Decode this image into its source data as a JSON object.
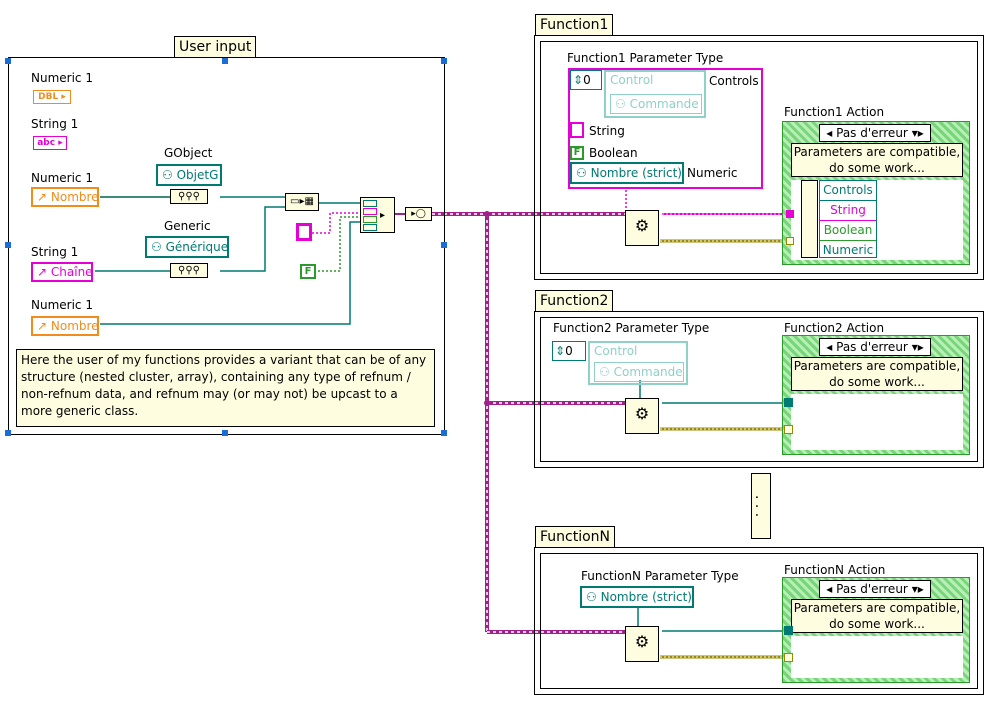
{
  "user_input": {
    "title": "User input",
    "numeric1_label": "Numeric 1",
    "numeric1_type": "DBL",
    "string1_label": "String 1",
    "string1_type": "abc",
    "numeric1b_label": "Numeric 1",
    "numeric1b_value": "Nombre",
    "gobject_label": "GObject",
    "gobject_value": "ObjetG",
    "generic_label": "Generic",
    "generic_value": "Générique",
    "string1b_label": "String 1",
    "string1b_value": "Chaîne",
    "numeric1c_label": "Numeric 1",
    "numeric1c_value": "Nombre",
    "boolean_const": "F",
    "comment": "Here the user of my functions provides a variant that can be of any structure (nested cluster, array), containing any type of refnum / non-refnum data, and refnum may (or may not) be upcast to a more generic class."
  },
  "function1": {
    "tab": "Function1",
    "param_type_label": "Function1 Parameter Type",
    "control_index": "0",
    "control_label": "Control",
    "commande_label": "Commande",
    "controls_label": "Controls",
    "string_label": "String",
    "boolean_label": "Boolean",
    "numeric_label": "Numeric",
    "boolean_const": "F",
    "nombre_strict": "Nombre (strict)",
    "action_label": "Function1 Action",
    "case_selector": "Pas d'erreur",
    "case_text": "Parameters are compatible, do some work...",
    "unbundle_items": [
      "Controls",
      "String",
      "Boolean",
      "Numeric"
    ]
  },
  "function2": {
    "tab": "Function2",
    "param_type_label": "Function2 Parameter Type",
    "control_index": "0",
    "control_label": "Control",
    "commande_label": "Commande",
    "action_label": "Function2 Action",
    "case_selector": "Pas d'erreur",
    "case_text": "Parameters are compatible, do some work..."
  },
  "ellipsis": ". . .",
  "functionN": {
    "tab": "FunctionN",
    "param_type_label": "FunctionN Parameter Type",
    "nombre_strict": "Nombre (strict)",
    "action_label": "FunctionN Action",
    "case_selector": "Pas d'erreur",
    "case_text": "Parameters are compatible, do some work..."
  },
  "colors": {
    "orange": "#f28c1c",
    "pink": "#e600d6",
    "teal": "#007a72",
    "olive": "#9a8a00",
    "purple": "#a0208c",
    "case_green": "#78d678",
    "comment_bg": "#fffde0"
  }
}
